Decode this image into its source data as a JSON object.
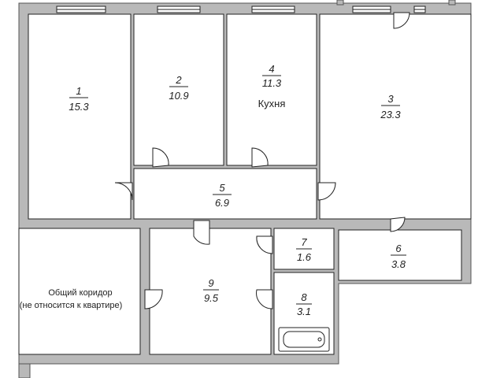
{
  "colors": {
    "wall": "#b9b9b9",
    "wall_edge": "#555555",
    "room_fill": "#ffffff",
    "outline": "#222222",
    "text": "#222222"
  },
  "rooms": [
    {
      "id": "1",
      "number": "1",
      "area": "15.3"
    },
    {
      "id": "2",
      "number": "2",
      "area": "10.9"
    },
    {
      "id": "3",
      "number": "3",
      "area": "23.3"
    },
    {
      "id": "4",
      "number": "4",
      "area": "11.3",
      "name": "Кухня"
    },
    {
      "id": "5",
      "number": "5",
      "area": "6.9"
    },
    {
      "id": "6",
      "number": "6",
      "area": "3.8"
    },
    {
      "id": "7",
      "number": "7",
      "area": "1.6"
    },
    {
      "id": "8",
      "number": "8",
      "area": "3.1"
    },
    {
      "id": "9",
      "number": "9",
      "area": "9.5"
    }
  ],
  "corridor": {
    "title": "Общий коридор",
    "note": "(не относится к квартире)"
  },
  "icons": {
    "door": "door-swing-icon",
    "window": "window-icon",
    "bathtub": "bathtub-icon"
  }
}
